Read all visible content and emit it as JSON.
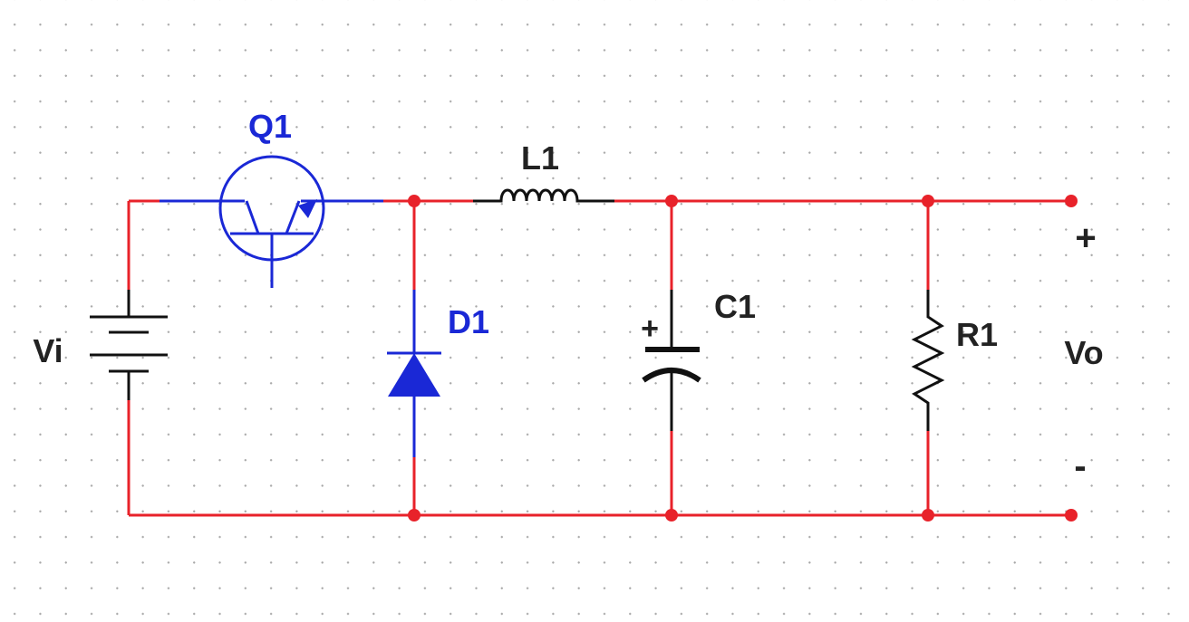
{
  "labels": {
    "transistor": "Q1",
    "inductor": "L1",
    "diode": "D1",
    "capacitor": "C1",
    "capacitor_polarity": "+",
    "resistor": "R1",
    "input_voltage": "Vi",
    "output_voltage": "Vo",
    "output_positive": "+",
    "output_negative": "-"
  },
  "colors": {
    "wire": "#e8222a",
    "component_blue": "#1a28d6",
    "component_black": "#111111",
    "label_black": "#222222",
    "grid_dot": "#a8a8a8"
  }
}
